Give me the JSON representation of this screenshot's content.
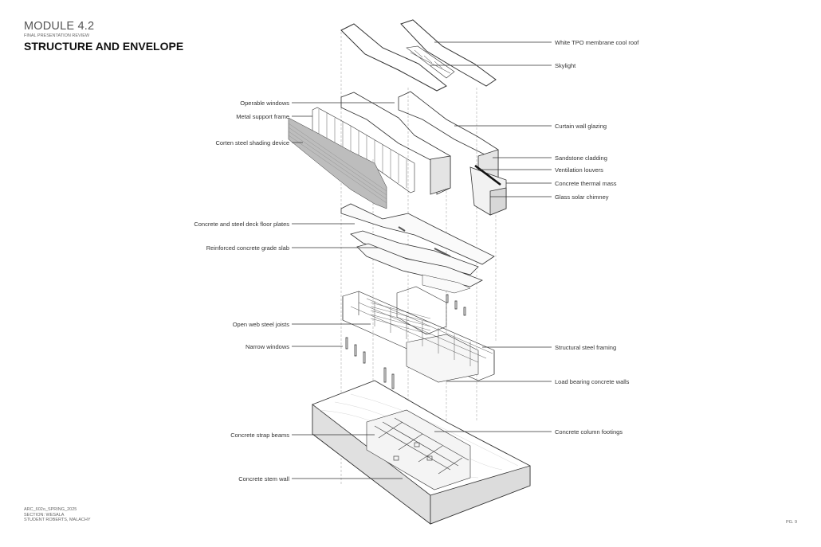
{
  "header": {
    "module": "MODULE 4.2",
    "subtitle": "FINAL PRESENTATION REVIEW",
    "title": "STRUCTURE AND ENVELOPE"
  },
  "footer": {
    "course": "ARC_602o_SPRING_2025",
    "section": "SECTION: WESALA",
    "student": "STUDENT ROBERTS, MALACHY"
  },
  "page_number": "PG. 9",
  "labels": {
    "right": [
      "White TPO membrane cool roof",
      "Skylight",
      "Curtain wall glazing",
      "Sandstone cladding",
      "Ventilation louvers",
      "Concrete thermal mass",
      "Glass solar chimney",
      "Structural steel framing",
      "Load bearing concrete walls",
      "Concrete column footings"
    ],
    "left": [
      "Operable windows",
      "Metal support frame",
      "Corten steel shading device",
      "Concrete and steel deck floor plates",
      "Reinforced concrete grade slab",
      "Open web steel joists",
      "Narrow windows",
      "Concrete strap beams",
      "Concrete stem wall"
    ]
  }
}
